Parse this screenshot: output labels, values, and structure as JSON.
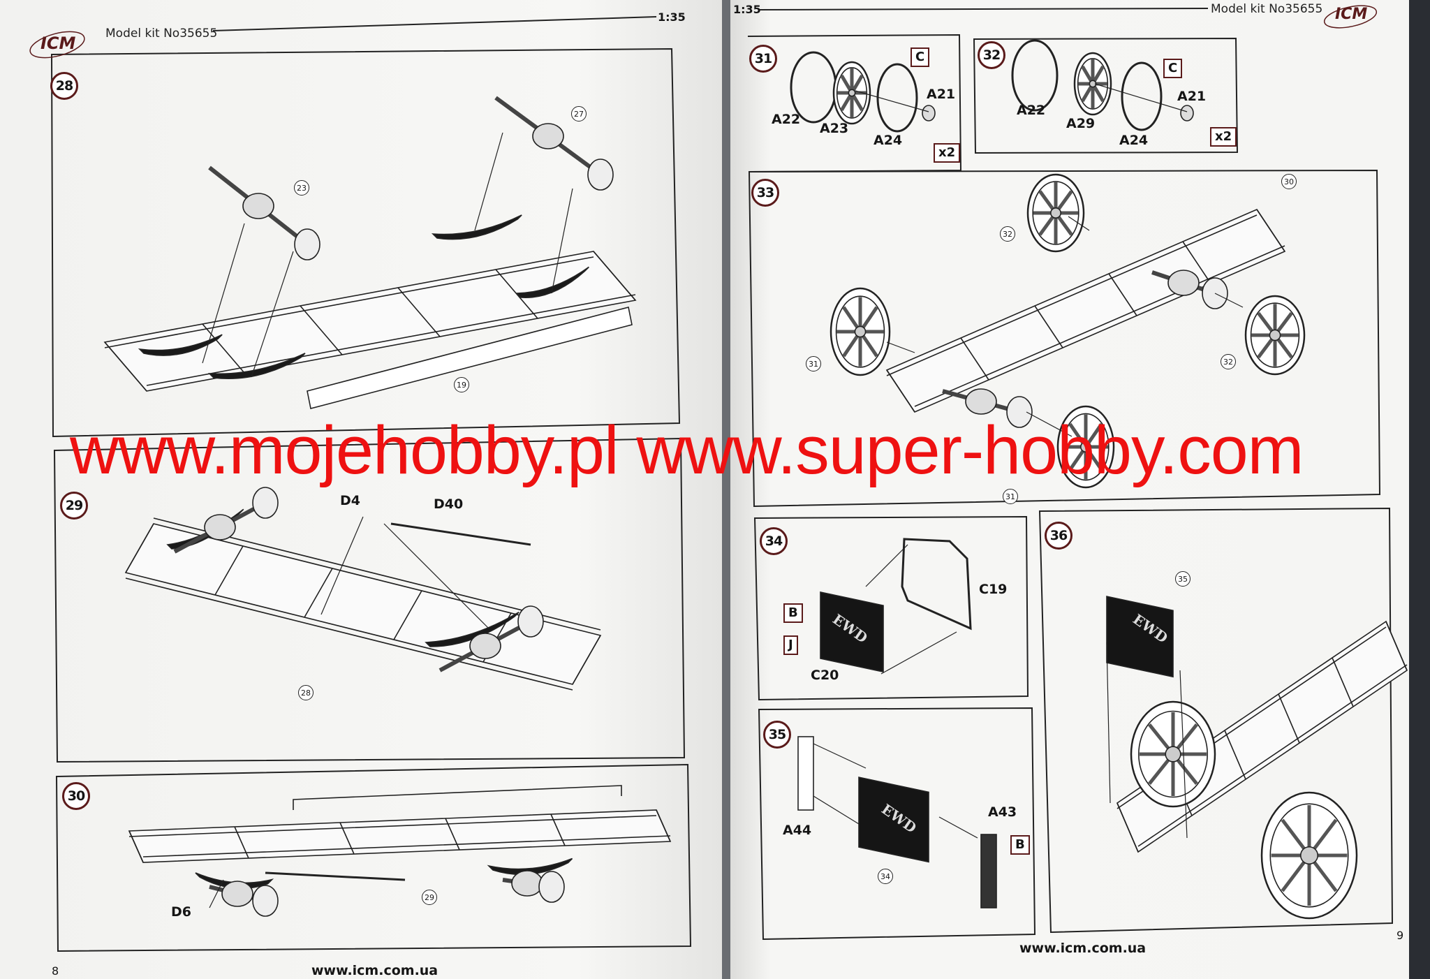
{
  "left_page": {
    "header": {
      "brand": "ICM",
      "model_kit": "Model kit No35655",
      "scale": "1:35"
    },
    "footer": {
      "page_number": "8",
      "website": "www.icm.com.ua"
    },
    "steps": {
      "s28": {
        "number": "28",
        "refs": [
          "23",
          "27",
          "19"
        ]
      },
      "s29": {
        "number": "29",
        "parts": [
          "D4",
          "D40"
        ],
        "refs": [
          "28"
        ]
      },
      "s30": {
        "number": "30",
        "parts": [
          "D6"
        ],
        "refs": [
          "29"
        ]
      }
    }
  },
  "right_page": {
    "header": {
      "brand": "ICM",
      "model_kit": "Model kit No35655",
      "scale": "1:35"
    },
    "footer": {
      "page_number": "9",
      "website": "www.icm.com.ua"
    },
    "steps": {
      "s31": {
        "number": "31",
        "color_code": "C",
        "parts": [
          "A21",
          "A22",
          "A23",
          "A24"
        ],
        "quantity": "x2"
      },
      "s32": {
        "number": "32",
        "color_code": "C",
        "parts": [
          "A21",
          "A22",
          "A29",
          "A24"
        ],
        "quantity": "x2"
      },
      "s33": {
        "number": "33",
        "refs": [
          "30",
          "32",
          "31",
          "32",
          "31"
        ]
      },
      "s34": {
        "number": "34",
        "parts": [
          "C19",
          "C20"
        ],
        "color_codes": [
          "B",
          "J"
        ],
        "radiator_lettering": "EWD"
      },
      "s35": {
        "number": "35",
        "parts": [
          "A44",
          "A43"
        ],
        "color_codes": [
          "B"
        ],
        "refs": [
          "34"
        ],
        "radiator_lettering": "EWD"
      },
      "s36": {
        "number": "36",
        "refs": [
          "35"
        ],
        "radiator_lettering": "EWD"
      }
    }
  },
  "watermark": "www.mojehobby.pl www.super-hobby.com",
  "colors": {
    "step_ring": "#5a1a1a",
    "watermark": "#ee1111",
    "line_art": "#222222"
  }
}
